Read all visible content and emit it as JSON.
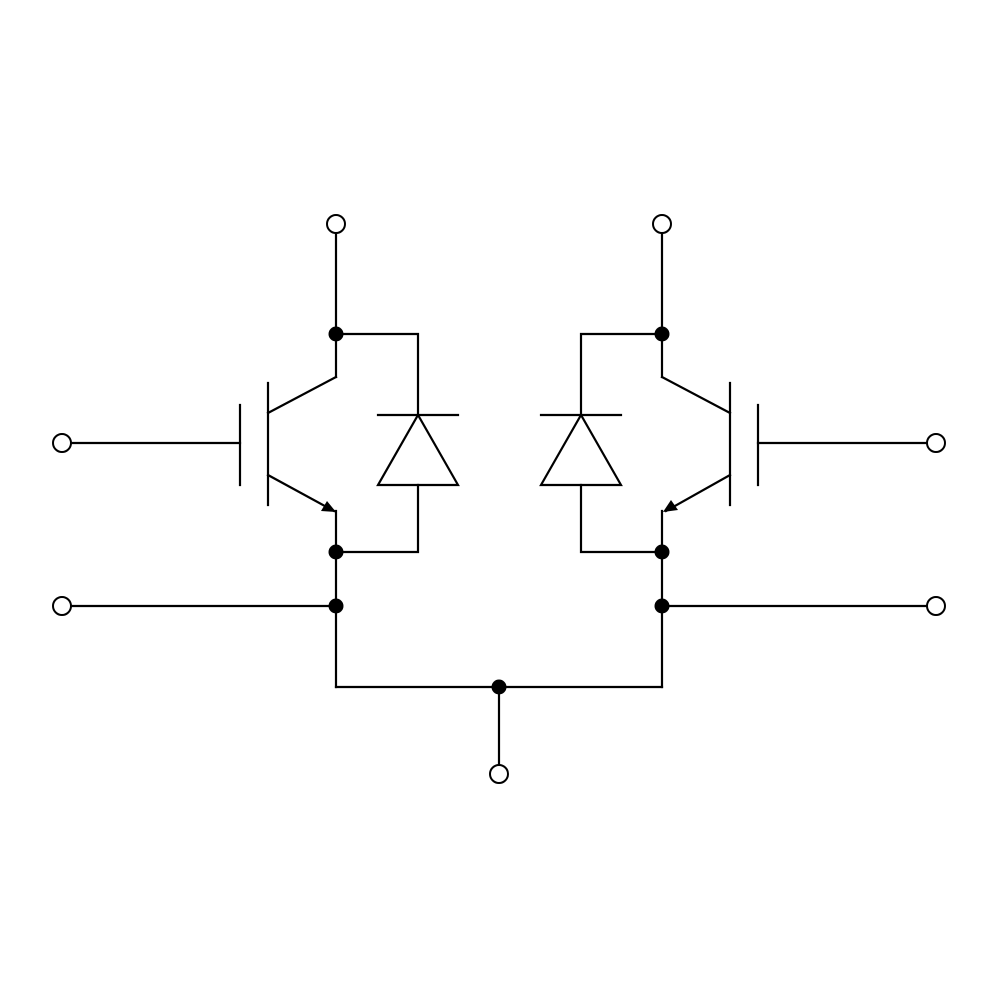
{
  "diagram": {
    "kind": "circuit-schematic",
    "description_visible_text": "",
    "colors": {
      "background": "#ffffff",
      "line": "#000000"
    },
    "components": [
      {
        "id": "igbt-left",
        "type": "igbt",
        "orientation": "gate-left"
      },
      {
        "id": "diode-left",
        "type": "freewheeling-diode",
        "orientation": "anode-bottom"
      },
      {
        "id": "igbt-right",
        "type": "igbt",
        "orientation": "gate-right"
      },
      {
        "id": "diode-right",
        "type": "freewheeling-diode",
        "orientation": "anode-bottom"
      }
    ],
    "terminals": [
      "collector-left-terminal",
      "collector-right-terminal",
      "gate-left-terminal",
      "gate-right-terminal",
      "emitter-sense-left-terminal",
      "emitter-sense-right-terminal",
      "common-emitter-terminal"
    ],
    "junction_count": 7,
    "terminal_count": 7
  }
}
